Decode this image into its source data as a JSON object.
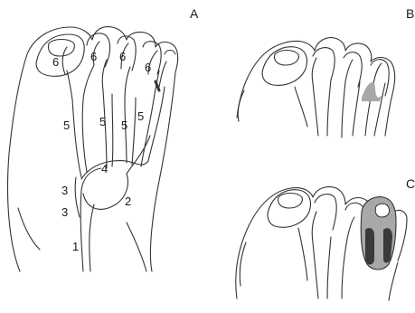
{
  "panels": [
    {
      "id": "A",
      "label": "A"
    },
    {
      "id": "B",
      "label": "B"
    },
    {
      "id": "C",
      "label": "C"
    }
  ],
  "numbers": {
    "n1": "1",
    "n2": "2",
    "n3a": "3",
    "n3b": "3",
    "n4": "4",
    "n5a": "5",
    "n5b": "5",
    "n5c": "5",
    "n5d": "5",
    "n6a": "6",
    "n6b": "6",
    "n6c": "6",
    "n6d": "6"
  },
  "colors": {
    "line": "#333333",
    "shade_light": "#a8a8a8",
    "shade_dark": "#3a3a3a"
  }
}
